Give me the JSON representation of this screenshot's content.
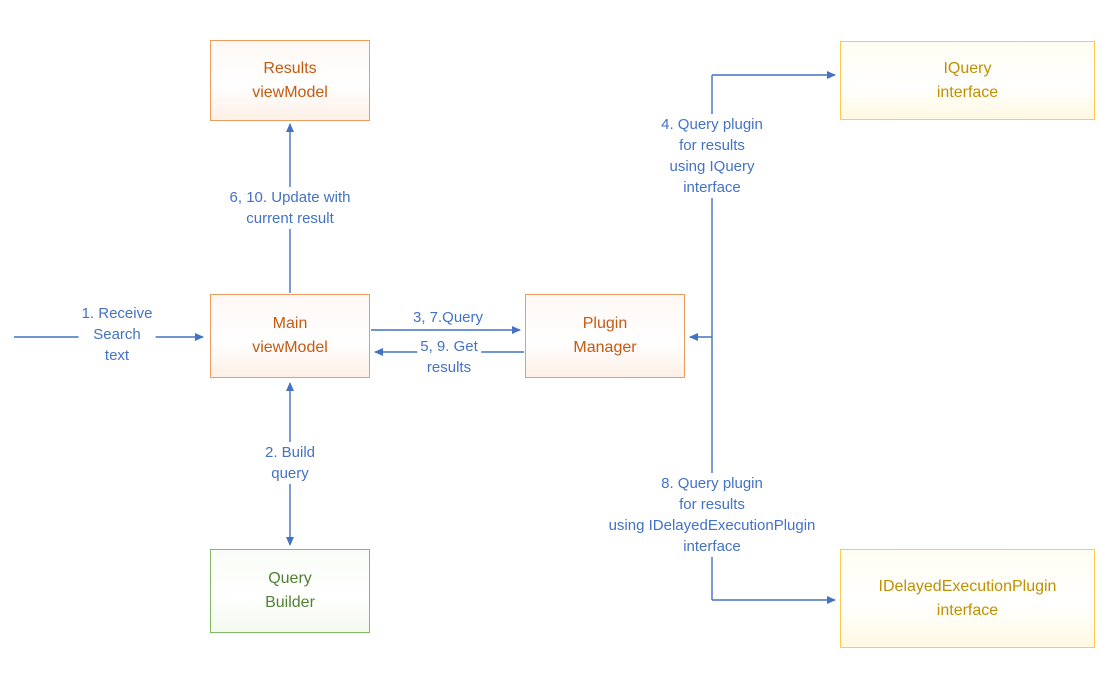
{
  "diagram": {
    "nodes": {
      "results_viewmodel": {
        "label": "Results\nviewModel"
      },
      "iquery_interface": {
        "label": "IQuery\ninterface"
      },
      "main_viewmodel": {
        "label": "Main\nviewModel"
      },
      "plugin_manager": {
        "label": "Plugin\nManager"
      },
      "query_builder": {
        "label": "Query\nBuilder"
      },
      "idelayedexecutionplugin_interface": {
        "label": "IDelayedExecutionPlugin\ninterface"
      }
    },
    "edge_labels": {
      "receive_search": "1. Receive\nSearch\ntext",
      "update_with_current_result": "6, 10. Update with\ncurrent result",
      "query": "3, 7.Query",
      "get_results": "5, 9. Get\nresults",
      "build_query": "2. Build\nquery",
      "query_plugin_iquery": "4. Query plugin\nfor results\nusing IQuery\ninterface",
      "query_plugin_idelayed": "8. Query plugin\nfor results\nusing IDelayedExecutionPlugin\ninterface"
    },
    "colors": {
      "arrow": "#4472C4",
      "orange_border": "#ED9C5F",
      "orange_text": "#C55A11",
      "yellow_border": "#FFC94B",
      "yellow_text": "#BF9000",
      "green_border": "#83B866",
      "green_text": "#538135"
    }
  }
}
